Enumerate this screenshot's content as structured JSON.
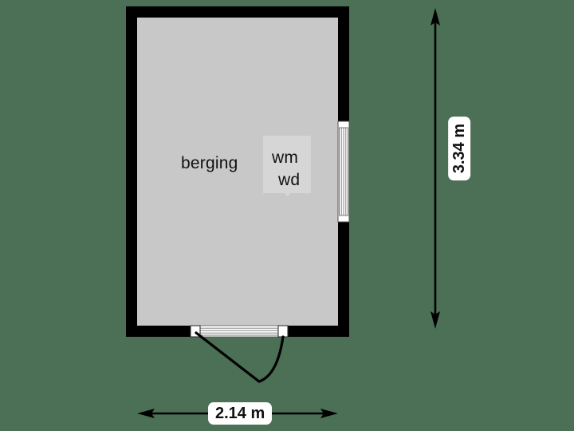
{
  "plan": {
    "background_color": "#4b7055",
    "wall_color": "#000000",
    "floor_color": "#c8c8c8",
    "appliance_fill": "#d6d6d6",
    "window_frame_color": "#ffffff",
    "rooms": [
      {
        "name": "berging",
        "label": "berging"
      }
    ],
    "appliances": [
      {
        "name": "washing-machine",
        "label": "wm"
      },
      {
        "name": "washer-dryer",
        "label": "wd"
      }
    ],
    "openings": [
      {
        "name": "window-east",
        "type": "window",
        "wall": "east"
      },
      {
        "name": "door-south",
        "type": "door",
        "wall": "south",
        "swing": "inward-left-hinge"
      }
    ],
    "dimensions": {
      "width": {
        "name": "width-dimension",
        "value": "2.14 m",
        "orientation": "horizontal"
      },
      "height": {
        "name": "height-dimension",
        "value": "3.34 m",
        "orientation": "vertical"
      }
    }
  }
}
